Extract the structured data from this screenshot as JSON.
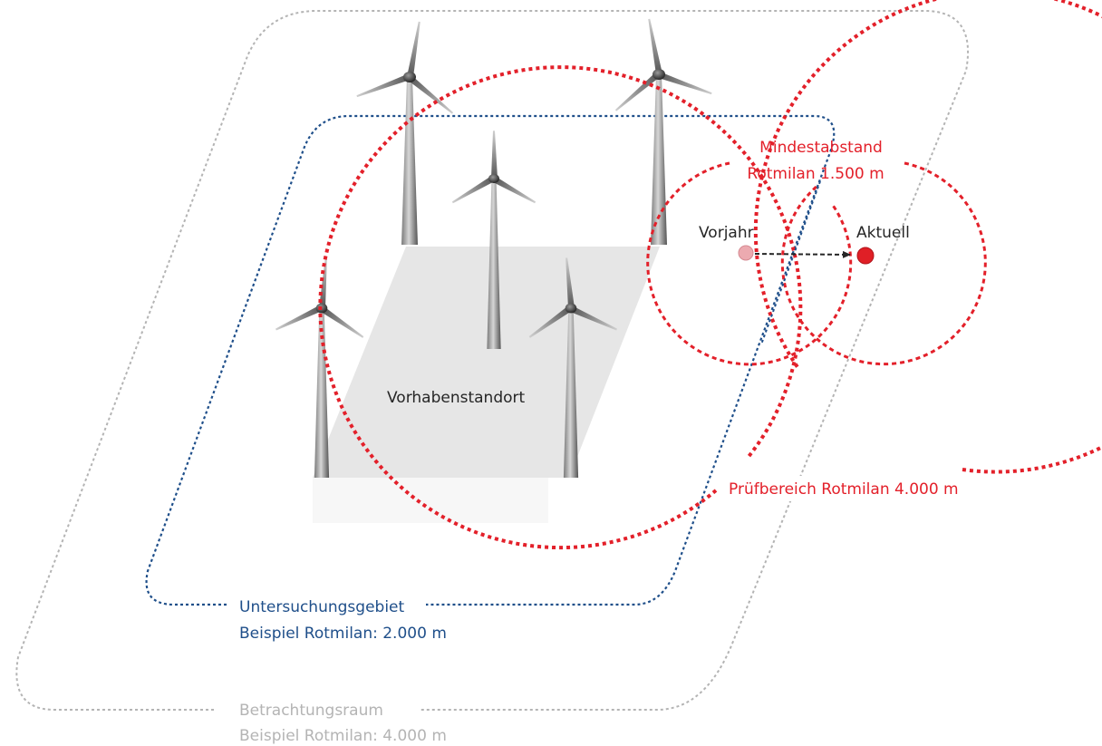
{
  "colors": {
    "red": "#e3202a",
    "blue": "#1f4f8a",
    "gray": "#b4b4b4",
    "site": "#e6e6e6",
    "text": "#262626",
    "previous_point": "#ecaab0",
    "current_point": "#e01f26"
  },
  "labels": {
    "site": "Vorhabenstandort",
    "min_distance_line1": "Mindestabstand",
    "min_distance_line2": "Rotmilan 1.500 m",
    "previous_year": "Vorjahr",
    "current": "Aktuell",
    "test_area": "Prüfbereich Rotmilan 4.000 m",
    "study_area_line1": "Untersuchungsgebiet",
    "study_area_line2": "Beispiel Rotmilan: 2.000 m",
    "consideration_area_line1": "Betrachtungsraum",
    "consideration_area_line2": "Beispiel Rotmilan: 4.000 m"
  },
  "icons": {
    "turbine": "wind-turbine-icon",
    "arrow": "arrow-right-icon"
  }
}
